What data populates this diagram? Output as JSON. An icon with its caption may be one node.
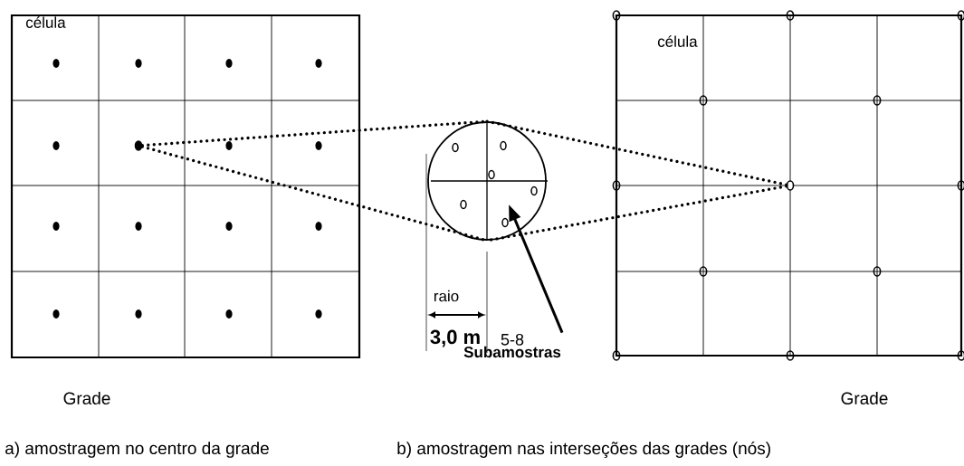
{
  "diagram": {
    "nodes": [
      {
        "text": [
          "célula"
        ],
        "beside": [
          "Grade"
        ]
      },
      {
        "text": [],
        "shape": "circle",
        "in": 0
      },
      {
        "text": [],
        "shape": "circle"
      },
      {
        "text": [
          "célula"
        ],
        "beside": [
          "Grade"
        ]
      },
      {
        "text": [],
        "shape": "circle",
        "in": 3
      },
      {
        "text": [
          "5-8",
          "Subamostras"
        ]
      }
    ],
    "edges": [
      {
        "from": 1,
        "to": 2,
        "arrow": "none",
        "style": "dashed"
      },
      {
        "from": 1,
        "to": 2,
        "arrow": "none",
        "style": "dashed"
      },
      {
        "from": 4,
        "to": 2,
        "arrow": "none",
        "style": "dashed"
      },
      {
        "from": 4,
        "to": 2,
        "arrow": "none",
        "style": "dashed"
      },
      {
        "from": 5,
        "to": 2,
        "arrow": "to"
      }
    ],
    "labels": [
      "raio",
      "3,0 m",
      "a) amostragem no centro da grade",
      "b) amostragem nas interseções das grades (nós)"
    ]
  }
}
